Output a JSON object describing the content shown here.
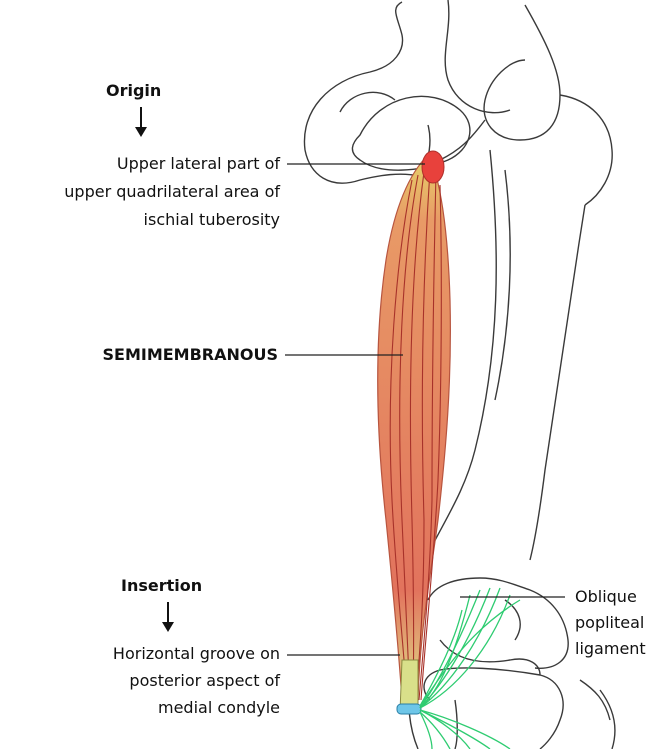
{
  "origin": {
    "heading": "Origin",
    "lines": [
      "Upper lateral part of",
      "upper quadrilateral area of",
      "ischial tuberosity"
    ]
  },
  "muscle": {
    "name": "SEMIMEMBRANOUS"
  },
  "insertion": {
    "heading": "Insertion",
    "lines": [
      "Horizontal groove on",
      "posterior aspect of",
      "medial condyle"
    ]
  },
  "ligament": {
    "lines": [
      "Oblique",
      "popliteal",
      "ligament"
    ]
  },
  "colors": {
    "muscle_fill": "#e07a5f",
    "muscle_edge": "#c0392b",
    "tendon_fill": "#d9e08a",
    "ligament": "#2ecc71",
    "origin_spot": "#e8413c",
    "insertion_band": "#6ec6e8",
    "bone_outline": "#3a3a3a"
  }
}
